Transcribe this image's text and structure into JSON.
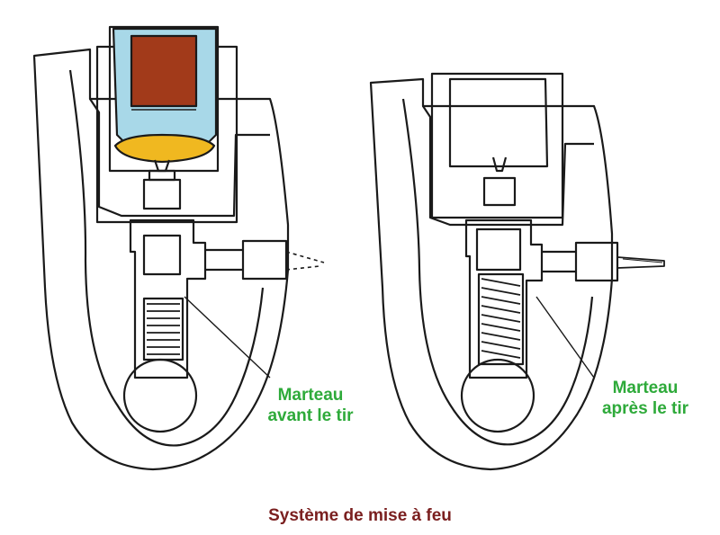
{
  "labels": {
    "before_line1": "Marteau",
    "before_line2": "avant le tir",
    "after_line1": "Marteau",
    "after_line2": "après le tir"
  },
  "caption": "Système de mise à feu",
  "colors": {
    "label_green": "#2eaa3a",
    "caption_red": "#7a1f1f",
    "projectile": "#a23a1a",
    "casing": "#a8d8e8",
    "primer": "#f0b820"
  }
}
